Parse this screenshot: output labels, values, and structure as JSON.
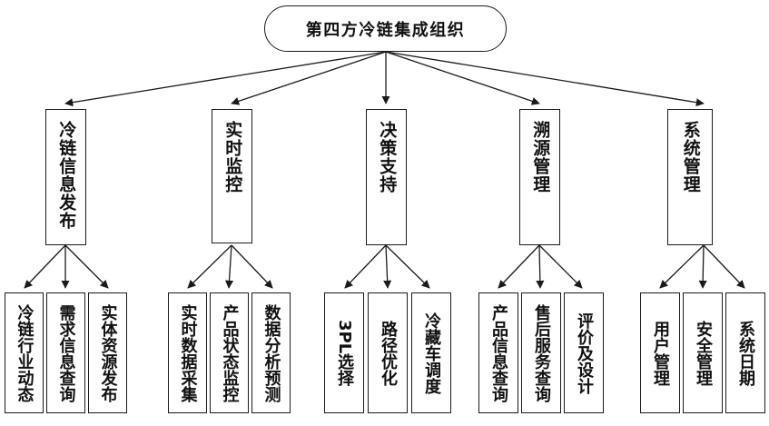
{
  "diagram": {
    "type": "organizational-hierarchy-tree",
    "title_text": "第四方冷链集成组织",
    "colors": {
      "stroke": "#1a1a1a",
      "text": "#111111",
      "background": "#ffffff"
    },
    "root": {
      "label": "第四方冷链集成组织",
      "shape": "rounded-rectangle"
    },
    "branches": [
      {
        "label": "冷链信息发布",
        "children": [
          {
            "label": "冷链行业动态"
          },
          {
            "label": "需求信息查询"
          },
          {
            "label": "实体资源发布"
          }
        ]
      },
      {
        "label": "实时监控",
        "children": [
          {
            "label": "实时数据采集"
          },
          {
            "label": "产品状态监控"
          },
          {
            "label": "数据分析预测"
          }
        ]
      },
      {
        "label": "决策支持",
        "children": [
          {
            "label": "3PL选择"
          },
          {
            "label": "路径优化"
          },
          {
            "label": "冷藏车调度"
          }
        ]
      },
      {
        "label": "溯源管理",
        "children": [
          {
            "label": "产品信息查询"
          },
          {
            "label": "售后服务查询"
          },
          {
            "label": "评价及设计"
          }
        ]
      },
      {
        "label": "系统管理",
        "children": [
          {
            "label": "用户管理"
          },
          {
            "label": "安全管理"
          },
          {
            "label": "系统日期"
          }
        ]
      }
    ]
  }
}
